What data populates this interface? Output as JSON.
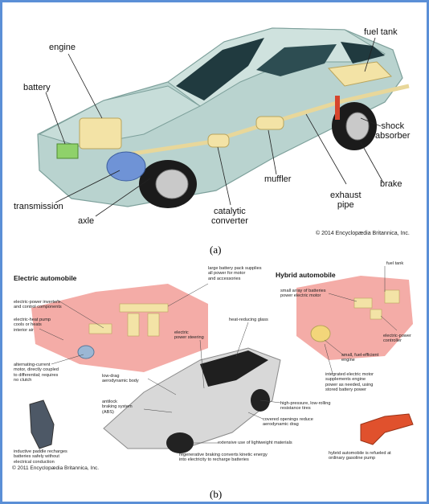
{
  "panel_a": {
    "labels": {
      "engine": "engine",
      "battery": "battery",
      "fuel_tank": "fuel tank",
      "shock_absorber": "shock\nabsorber",
      "brake": "brake",
      "exhaust_pipe": "exhaust\npipe",
      "muffler": "muffler",
      "catalytic_converter": "catalytic\nconverter",
      "transmission": "transmission",
      "axle": "axle"
    },
    "copyright": "© 2014 Encyclopædia Britannica, Inc.",
    "caption": "(a)"
  },
  "panel_b": {
    "electric_title": "Electric automobile",
    "hybrid_title": "Hybrid automobile",
    "electric_notes": {
      "battery_pack": "large battery pack supplies\nall power for motor\nand accessories",
      "inverters": "electric-power inverters\nand control components",
      "heat_pump": "electric-heat pump\ncools or heats\ninterior air",
      "motor": "alternating-current\nmotor, directly coupled\nto differential; requires\nno clutch",
      "power_steering": "electric\npower steering",
      "low_drag": "low-drag\naerodynamic body",
      "abs": "antilock\nbraking system\n(ABS)",
      "paddle": "inductive paddle recharges\nbatteries safely without\nelectrical conduction"
    },
    "center_notes": {
      "glass": "heat-reducing glass",
      "tires": "high-pressure, low-rolling\nresistance tires",
      "openings": "covered openings reduce\naerodynamic drag",
      "materials": "extensive use of lightweight materials",
      "regen": "regenerative braking converts kinetic energy\ninto electricity to recharge batteries"
    },
    "hybrid_notes": {
      "fuel_tank": "fuel tank",
      "batteries": "small array of batteries\npower electric motor",
      "controller": "electric-power\ncontroller",
      "engine": "small, fuel-efficient\nengine",
      "motor": "integrated electric motor\nsupplements engine\npower as needed, using\nstored battery power",
      "pump": "hybrid automobile is refueled at\nordinary gasoline pump"
    },
    "copyright": "© 2011 Encyclopædia Britannica, Inc.",
    "caption": "(b)"
  },
  "colors": {
    "frame": "#5b8fd6",
    "car_body": "#b9d3cf",
    "window": "#203a3f",
    "engine_yellow": "#f3e3a6",
    "transmission_blue": "#6f93d6",
    "battery_green": "#8fd16a",
    "shock_red": "#d6462d",
    "ghost_red": "#f0908a",
    "silver_car": "#d8d8d8"
  }
}
